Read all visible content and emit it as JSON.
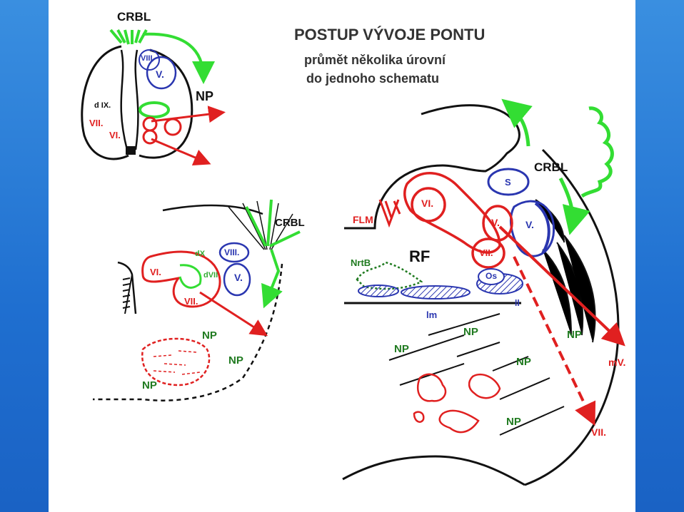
{
  "title": "POSTUP VÝVOJE PONTU",
  "subtitle_line1": "průmět několika úrovní",
  "subtitle_line2": "do jednoho schematu",
  "colors": {
    "background_blue": "#1f6fd0",
    "slide": "#ffffff",
    "red": "#e02020",
    "green": "#33dd33",
    "blue": "#2a36b0",
    "dark_green": "#1f7a1f"
  },
  "top_left": {
    "crbl": "CRBL",
    "viii": "VIII",
    "v": "V.",
    "np": "NP",
    "dix": "d IX.",
    "vii": "VII.",
    "vi": "VI."
  },
  "middle_left": {
    "crbl": "CRBL",
    "dx": "dX",
    "viii": "VIII.",
    "dvii": "dVII",
    "v": "V.",
    "vi": "VI.",
    "vii": "VII.",
    "np1": "NP",
    "np2": "NP",
    "np3": "NP"
  },
  "right": {
    "crbl": "CRBL",
    "s": "S",
    "vi": "VI.",
    "flm": "FLM",
    "v_red": "V.",
    "v_blue": "V.",
    "rf": "RF",
    "vii": "VII.",
    "nrtb": "NrtB",
    "os": "Os",
    "lm": "lm",
    "ll": "ll",
    "np1": "NP",
    "np2": "NP",
    "np3": "NP",
    "np4": "NP",
    "np5": "NP",
    "mv": "mV.",
    "vii_out": "VII."
  }
}
